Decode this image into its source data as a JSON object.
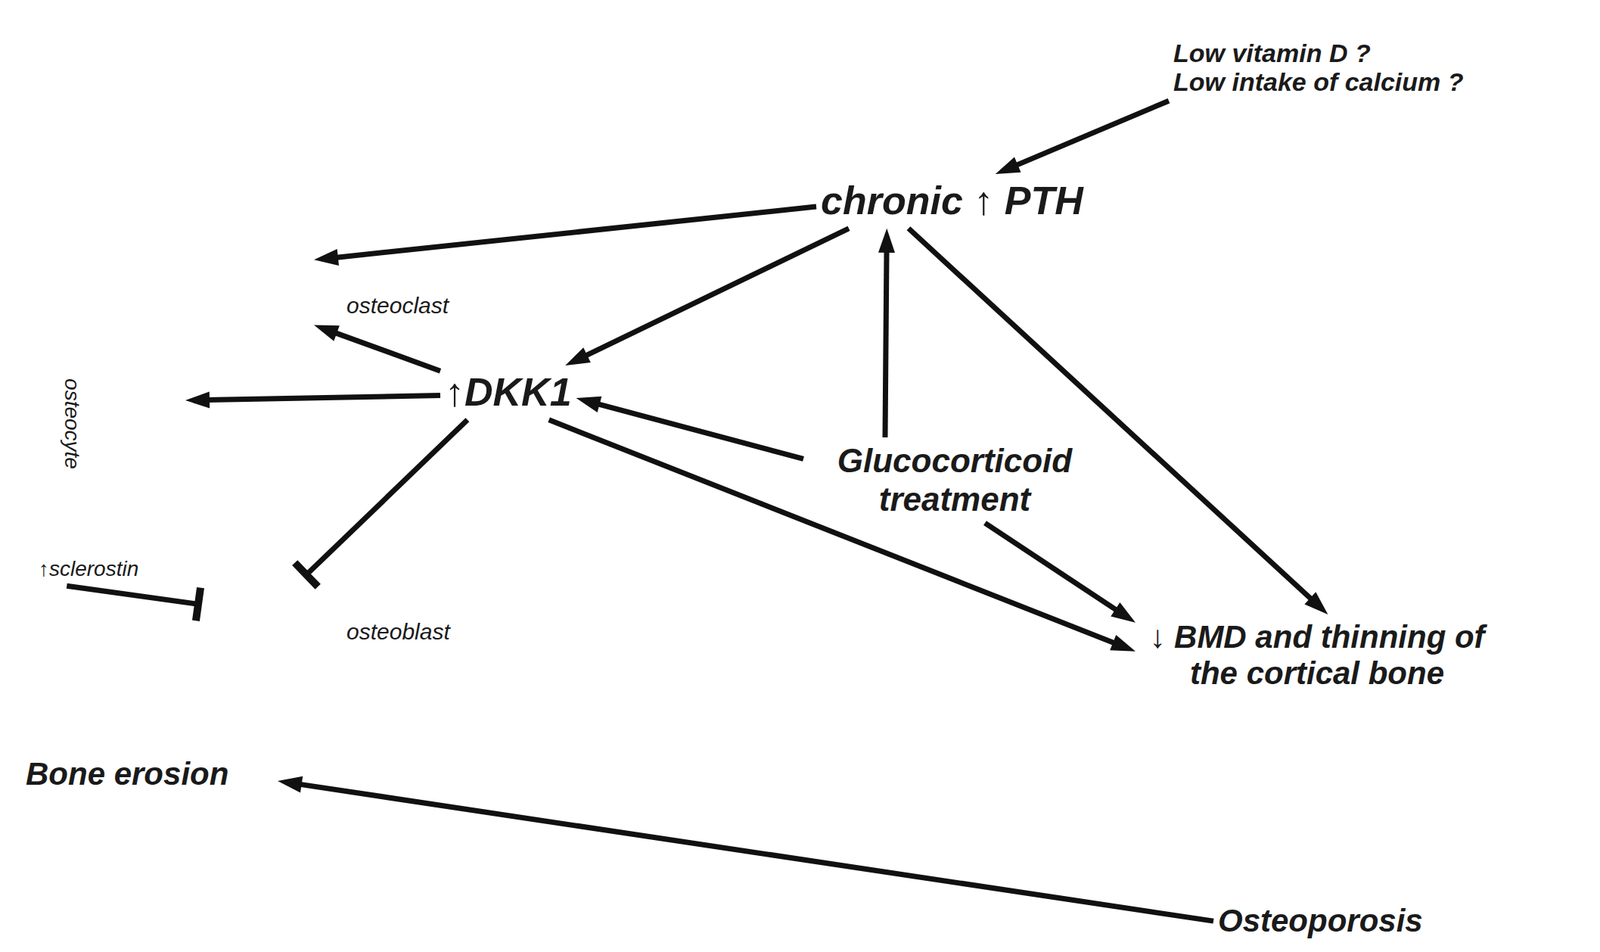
{
  "diagram": {
    "nodes": [
      {
        "text": [
          "Low vitamin D ?",
          "Low intake of calcium ?"
        ]
      },
      {
        "text": [
          "chronic ↑ PTH"
        ]
      },
      {
        "text": [
          "Bone erosion"
        ]
      },
      {
        "text": [
          "osteoclast"
        ],
        "in": 2
      },
      {
        "text": [
          "osteocyte"
        ],
        "in": 2
      },
      {
        "text": [
          "↑sclerostin"
        ],
        "in": 2
      },
      {
        "text": [
          "osteoblast"
        ],
        "in": 2
      },
      {
        "text": [
          "↑DKK1"
        ]
      },
      {
        "text": [
          "Glucocorticoid treatment"
        ]
      },
      {
        "text": [
          "↓ BMD and thinning of the cortical bone"
        ]
      },
      {
        "text": [
          "Osteoporosis"
        ]
      }
    ],
    "edges": [
      {
        "from": 0,
        "to": 1,
        "arrow": "to"
      },
      {
        "from": 1,
        "to": 3,
        "arrow": "to"
      },
      {
        "from": 1,
        "to": 7,
        "arrow": "to"
      },
      {
        "from": 1,
        "to": 9,
        "arrow": "to"
      },
      {
        "from": 7,
        "to": 3,
        "arrow": "to"
      },
      {
        "from": 7,
        "to": 4,
        "arrow": "to"
      },
      {
        "from": 7,
        "to": 6,
        "arrow": "to"
      },
      {
        "from": 7,
        "to": 9,
        "arrow": "to"
      },
      {
        "from": 8,
        "to": 7,
        "arrow": "to"
      },
      {
        "from": 8,
        "to": 1,
        "arrow": "to"
      },
      {
        "from": 8,
        "to": 9,
        "arrow": "to"
      },
      {
        "from": 5,
        "to": 6,
        "arrow": "to"
      },
      {
        "from": 10,
        "to": 2,
        "arrow": "to"
      }
    ]
  }
}
